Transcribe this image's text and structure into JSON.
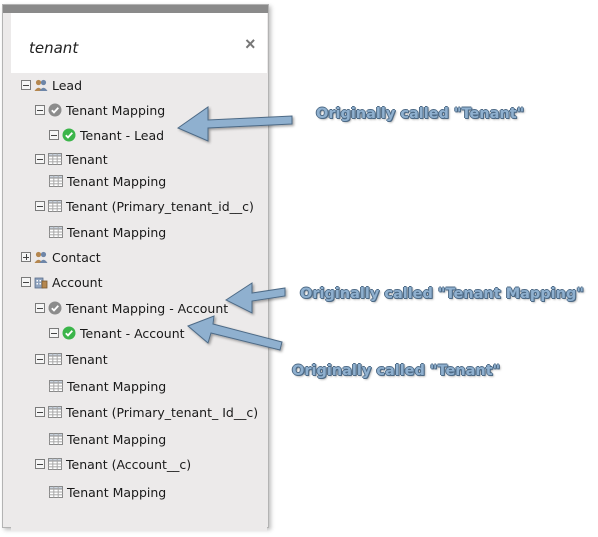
{
  "search": {
    "query": "tenant",
    "clear_label": "×"
  },
  "tree": [
    {
      "label": "Lead",
      "toggle": "minus",
      "icon": "people-icon"
    },
    {
      "label": "Tenant Mapping",
      "toggle": "minus",
      "icon": "gray-check-icon"
    },
    {
      "label": "Tenant - Lead",
      "toggle": "minus",
      "icon": "green-check-icon"
    },
    {
      "label": "Tenant",
      "toggle": "minus",
      "icon": "table-icon"
    },
    {
      "label": "Tenant Mapping",
      "toggle": "none",
      "icon": "table-icon"
    },
    {
      "label": "Tenant (Primary_tenant_id__c)",
      "toggle": "minus",
      "icon": "table-icon"
    },
    {
      "label": "Tenant Mapping",
      "toggle": "none",
      "icon": "table-icon"
    },
    {
      "label": "Contact",
      "toggle": "plus",
      "icon": "people-icon"
    },
    {
      "label": "Account",
      "toggle": "minus",
      "icon": "building-icon"
    },
    {
      "label": "Tenant Mapping - Account",
      "toggle": "minus",
      "icon": "gray-check-icon"
    },
    {
      "label": "Tenant - Account",
      "toggle": "minus",
      "icon": "green-check-icon"
    },
    {
      "label": "Tenant",
      "toggle": "minus",
      "icon": "table-icon"
    },
    {
      "label": "Tenant Mapping",
      "toggle": "none",
      "icon": "table-icon"
    },
    {
      "label": "Tenant (Primary_tenant_ Id__c)",
      "toggle": "minus",
      "icon": "table-icon"
    },
    {
      "label": "Tenant Mapping",
      "toggle": "none",
      "icon": "table-icon"
    },
    {
      "label": "Tenant (Account__c)",
      "toggle": "minus",
      "icon": "table-icon"
    },
    {
      "label": "Tenant Mapping",
      "toggle": "none",
      "icon": "table-icon"
    }
  ],
  "callouts": [
    {
      "text": "Originally called \"Tenant\""
    },
    {
      "text": "Originally called \"Tenant Mapping\""
    },
    {
      "text": "Originally called \"Tenant\""
    }
  ],
  "colors": {
    "arrow": "#8fb0cf",
    "arrow_outline": "#4d6a86",
    "check_green": "#3bb54a"
  }
}
